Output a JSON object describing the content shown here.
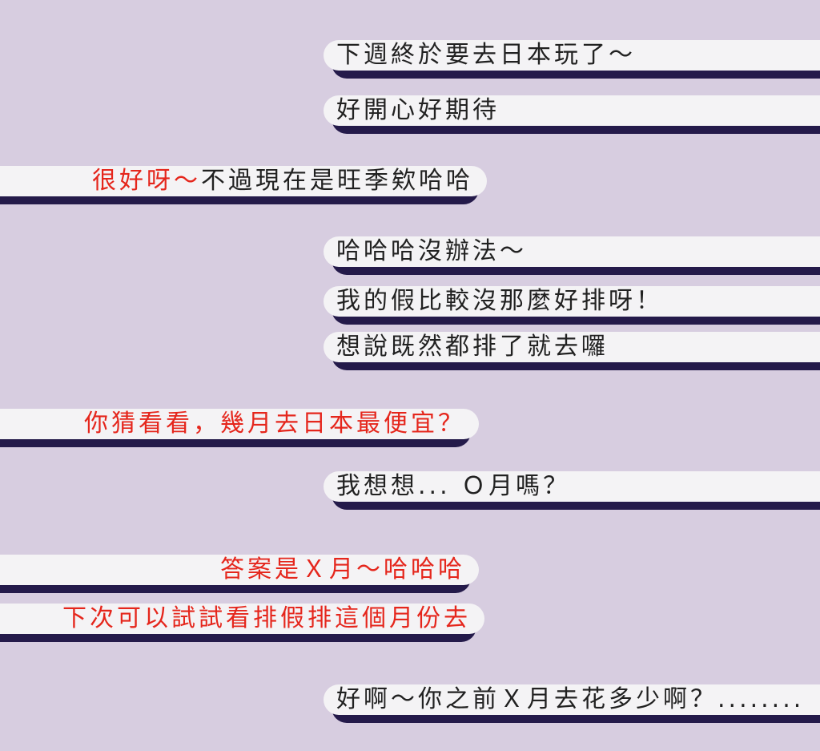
{
  "app": {
    "kind": "chat-conversation",
    "language": "zh-Hant"
  },
  "colors": {
    "background": "#d7cde0",
    "bubble": "#f4f3f5",
    "shadow": "#241a4a",
    "text_dark": "#212121",
    "text_red": "#e5261c"
  },
  "messages": [
    {
      "side": "right",
      "color": "dark",
      "text": "下週終於要去日本玩了～"
    },
    {
      "side": "right",
      "color": "dark",
      "text": "好開心好期待"
    },
    {
      "side": "left",
      "segments": [
        {
          "text": "很好呀～",
          "color": "red"
        },
        {
          "text": "不過現在是旺季欸哈哈",
          "color": "dark"
        }
      ]
    },
    {
      "side": "right",
      "color": "dark",
      "text": "哈哈哈沒辦法～"
    },
    {
      "side": "right",
      "color": "dark",
      "text": "我的假比較沒那麼好排呀！"
    },
    {
      "side": "right",
      "color": "dark",
      "text": "想說既然都排了就去囉"
    },
    {
      "side": "left",
      "color": "red",
      "text": "你猜看看，幾月去日本最便宜？"
    },
    {
      "side": "right",
      "color": "dark",
      "text": "我想想... Ｏ月嗎？"
    },
    {
      "side": "left",
      "color": "red",
      "text": "答案是Ｘ月～哈哈哈"
    },
    {
      "side": "left",
      "color": "red",
      "text": "下次可以試試看排假排這個月份去"
    },
    {
      "side": "right",
      "color": "dark",
      "text": "好啊～你之前Ｘ月去花多少啊？........"
    }
  ]
}
